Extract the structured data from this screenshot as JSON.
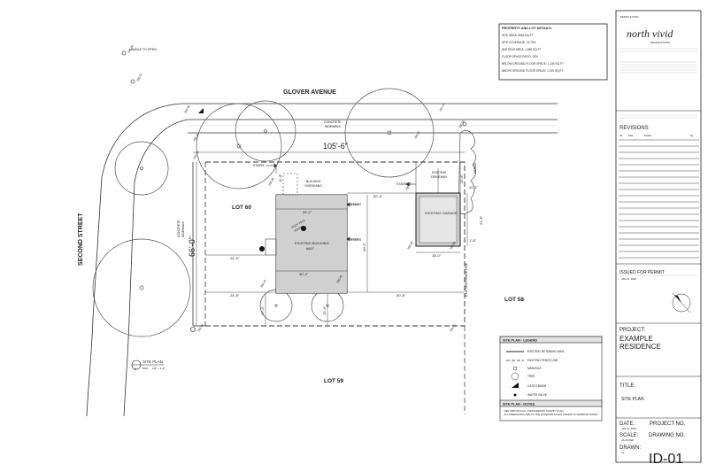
{
  "streets": {
    "glover": "GLOVER AVENUE",
    "second": "SECOND STREET",
    "sidewalk_top": [
      "CONCRETE",
      "SIDEWALK"
    ],
    "sidewalk_left": [
      "CONCRETE",
      "SIDEWALK"
    ]
  },
  "lots": {
    "lot60": "LOT 60",
    "lot59": "LOT 59",
    "lot58": "LOT 58"
  },
  "dims": {
    "frontage": "105'-6\"",
    "side": "66'-0\"",
    "bld_width": "26'-0\"",
    "bld_width2": "30'-2\"",
    "left_setback": "24'-9\"",
    "left_setback2": "24'-8\"",
    "to_garage": "50'-4\"",
    "rear": "50'-8\"",
    "garage_w": "18'-0\"",
    "garage_depth": "21'-8\"",
    "bld_depth": "40'-0\"",
    "top_setback": "11'-8\"",
    "garage_top": "11'-8\"",
    "garage_side": "11'-2\"",
    "garage_side2": "1'-8\"",
    "bottom_a": "12'-0\"",
    "bottom_b": "12'-4\"",
    "drive_gap": "11'-0\""
  },
  "labels": {
    "existing_building": [
      "EXISTING BUILDING",
      "#607"
    ],
    "existing_garage": "EXISTING GARAGE",
    "existing_driveway": [
      "EXISTING",
      "DRIVEWAY"
    ],
    "building_overhang": [
      "BUILDING",
      "OVERHANG"
    ],
    "stairs": "STAIRS",
    "unable_to_open": "UNABLE TO OPEN",
    "hedge": "HEDGE",
    "existing_fence": "EXISTING FENCE LINE",
    "roof_peak": [
      "ROOF PEAK",
      "HEIGHT"
    ]
  },
  "elevations": [
    "291.56",
    "290.32",
    "290.66",
    "291.07",
    "290.58",
    "290.87",
    "290.50",
    "290.76",
    "290.48",
    "290.80",
    "290.40",
    "290.83",
    "290.42",
    "290.48",
    "290.96",
    "290.81"
  ],
  "site_plan_callout": {
    "num": "01",
    "title": "SITE PLAN",
    "sheet": "ID01",
    "scale": "1/8\" = 1'-0\""
  },
  "legend": {
    "title": "SITE PLAN - LEGEND",
    "items": [
      "EXISTING RETAINING WALL",
      "EXISTING FENCE LINE",
      "MANHOLE",
      "TREE",
      "CATCH BASIN",
      "WATER VALVE"
    ]
  },
  "notes": {
    "title": "SITE PLAN - NOTES",
    "lines": [
      "- SEE IDB FOR FULL TOPOGRAPHIC SURVEY PLAN",
      "- ALL DIMENSIONS ARE TO THE EXTERIOR FACES UNLESS OTHERWISE NOTED"
    ]
  },
  "property_box": {
    "title": "PROPERTY AND LOT DETAILS:",
    "lines": [
      "SITE AREA: 6963 SQ.FT",
      "SITE COVERAGE: 15.79%",
      "BUILDING AREA: 1,080 SQ.FT",
      "FLOOR SPACE RATIO: 33%",
      "BELOW GROUND FLOOR SPACE: 1,130 SQ.FT",
      "ABOVE GROUND FLOOR SPACE: 1,130 SQ.FT"
    ]
  },
  "title_block": {
    "studio_small": "DESIGN STUDIO",
    "logo_text": "north vivid",
    "logo_sub": "DESIGN STUDIO",
    "revisions_label": "REVISIONS",
    "rev_cols": [
      "No.",
      "Date",
      "Details",
      "By"
    ],
    "issued_label": "ISSUED FOR PERMIT",
    "issued_date": "JAN 13, 2023",
    "project_label": "PROJECT:",
    "project_name": [
      "EXAMPLE",
      "RESIDENCE"
    ],
    "title_label": "TITLE:",
    "title_value": "SITE PLAN",
    "date_label": "DATE:",
    "date_value": "JAN 13, 2023",
    "project_no_label": "PROJECT NO.",
    "scale_label": "SCALE:",
    "scale_value": "AS NOTED",
    "drawing_no_label": "DRAWING NO.",
    "drawn_label": "DRAWN:",
    "drawn_value": "CL",
    "drawing_no": "ID-01"
  }
}
